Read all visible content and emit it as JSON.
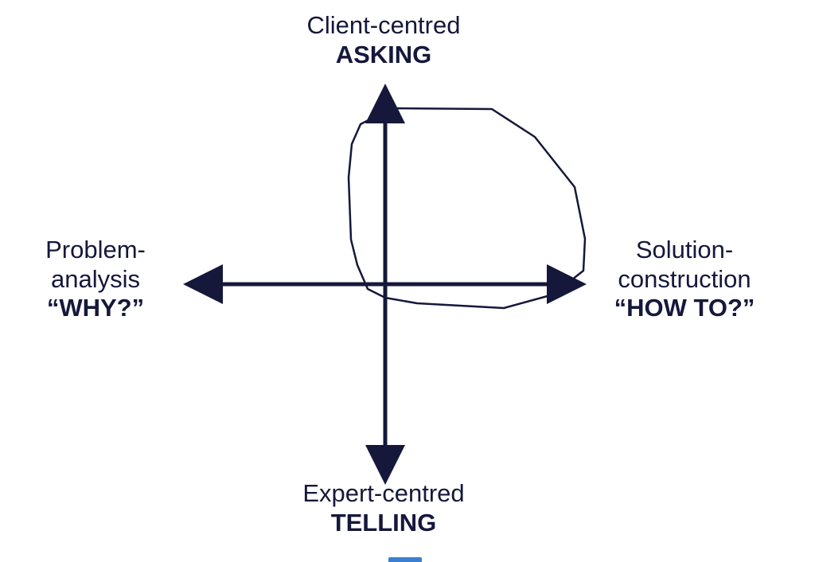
{
  "axes": {
    "top": {
      "line1": "Client-centred",
      "line2": "ASKING"
    },
    "bottom": {
      "line1": "Expert-centred",
      "line2": "TELLING"
    },
    "left": {
      "line1": "Problem-",
      "line2": "analysis",
      "line3": "“WHY?”"
    },
    "right": {
      "line1": "Solution-",
      "line2": "construction",
      "line3": "“HOW TO?”"
    }
  },
  "colors": {
    "ink": "#15183a",
    "accent_tab": "#3b7fd0"
  }
}
